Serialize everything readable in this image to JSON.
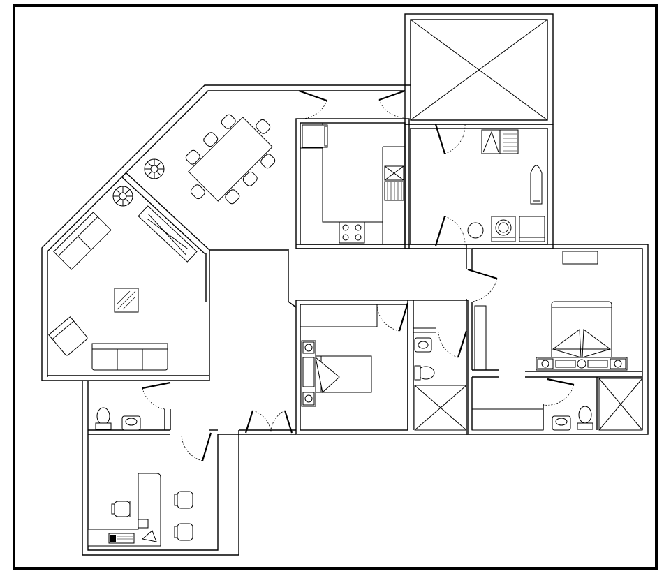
{
  "diagram": {
    "type": "architectural floor plan",
    "colors": {
      "line": "#000000",
      "background": "#ffffff"
    },
    "icons": [
      "outer-frame",
      "living-room",
      "dining-table",
      "kitchen",
      "laundry-room",
      "balcony-void",
      "master-bedroom",
      "double-bed",
      "bedroom",
      "single-bed",
      "bathroom",
      "toilet-icon",
      "washbasin-icon",
      "shower-icon",
      "stove-icon",
      "sink-icon",
      "refrigerator-icon",
      "washing-machine-icon",
      "sofa-icon",
      "armchair-icon",
      "plant-icon",
      "desk-icon",
      "office-chair-icon",
      "door-swing-icon"
    ]
  }
}
